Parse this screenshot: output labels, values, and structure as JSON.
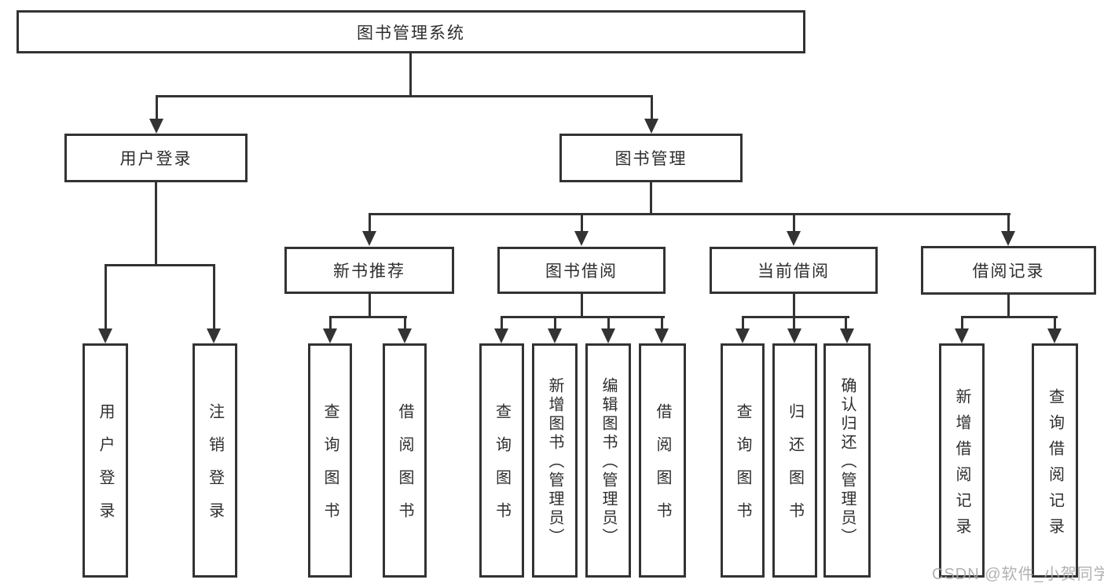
{
  "tree": {
    "label": "图书管理系统",
    "children": [
      {
        "label": "用户登录",
        "children": [
          {
            "label": "用户登录"
          },
          {
            "label": "注销登录"
          }
        ]
      },
      {
        "label": "图书管理",
        "children": [
          {
            "label": "新书推荐",
            "children": [
              {
                "label": "查询图书"
              },
              {
                "label": "借阅图书"
              }
            ]
          },
          {
            "label": "图书借阅",
            "children": [
              {
                "label": "查询图书"
              },
              {
                "label": "新增图书（管理员）"
              },
              {
                "label": "编辑图书（管理员）"
              },
              {
                "label": "借阅图书"
              }
            ]
          },
          {
            "label": "当前借阅",
            "children": [
              {
                "label": "查询图书"
              },
              {
                "label": "归还图书"
              },
              {
                "label": "确认归还（管理员）"
              }
            ]
          },
          {
            "label": "借阅记录",
            "children": [
              {
                "label": "新增借阅记录"
              },
              {
                "label": "查询借阅记录"
              }
            ]
          }
        ]
      }
    ]
  },
  "watermark": {
    "text": "CSDN @软件_小贺同学"
  },
  "colors": {
    "background": "#ffffff",
    "box_fill": "#ffffff",
    "box_border": "#333333",
    "line": "#333333",
    "text": "#2e2e2e",
    "watermark": "#aaaaaa"
  }
}
